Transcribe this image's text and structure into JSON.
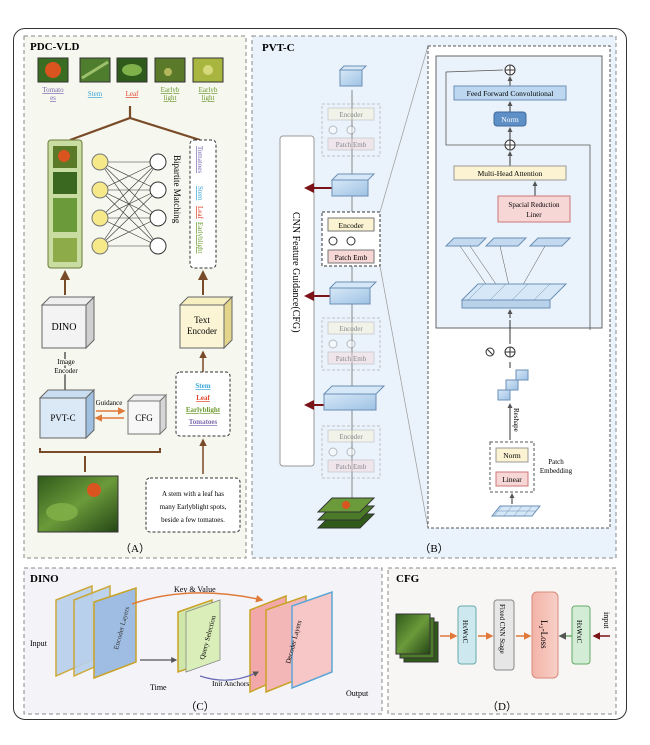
{
  "panel_a": {
    "title": "PDC-VLD",
    "caption": "（A）",
    "top_images": [
      "Tomatoes",
      "Stem",
      "Leaf",
      "Earlyblight",
      "Earlyblight"
    ],
    "top_labels": [
      "Tomato",
      "es",
      "Stem",
      "Leaf",
      "Earlyb",
      "light",
      "Earlyb",
      "light"
    ],
    "bipartite": "Bipartite Matching",
    "text_col": [
      "Tomatoes",
      "Stem",
      "Leaf",
      "Earlyblight"
    ],
    "dino": "DINO",
    "text_encoder": [
      "Text",
      "Encoder"
    ],
    "image_encoder": [
      "Image",
      "Encoder"
    ],
    "pvtc": "PVT-C",
    "cfg": "CFG",
    "guidance": "Guidance",
    "token_list": [
      "Stem",
      "Leaf",
      "Earlyblight",
      "Tomatoes"
    ],
    "sentence_lines": [
      "A stem with a leaf has",
      "many Earlyblight spots,",
      "beside a few tomatoes."
    ]
  },
  "panel_b": {
    "title": "PVT-C",
    "caption": "（B）",
    "cnn_feature": "CNN Feature Guidance(CFG)",
    "encoder": "Encoder",
    "patch_emb": "Patch Emb",
    "ffc": "Feed Forward Convolutional",
    "norm": "Norm",
    "mha": "Multi-Head Attention",
    "sra": [
      "Spacial Reduction",
      "Liner"
    ],
    "reshape": "Reshape",
    "linear": "Linear",
    "patch_embedding": [
      "Patch",
      "Embedding"
    ]
  },
  "panel_c": {
    "title": "DINO",
    "caption": "（C）",
    "input": "Input",
    "key_value": "Key & Value",
    "encoder_layers": "Encoder Layers",
    "query_selection": "Query Selection",
    "decoder_layers": "Decoder Layers",
    "time": "Time",
    "init_anchors": "Init Anchors",
    "output": "Output"
  },
  "panel_d": {
    "title": "CFG",
    "caption": "（D）",
    "hwc1": "HxWxC",
    "fixed": "Fixed CNN Stage",
    "loss": "L₂-Loss",
    "hwc2": "HxWxC",
    "input": "input"
  },
  "colors": {
    "panel_a_bg": "#f6f7ee",
    "panel_b_bg": "#eaf3fb",
    "panel_c_bg": "#f4f4f8",
    "panel_d_bg": "#f7f6f4",
    "arrow_brown": "#7a4b28",
    "arrow_red": "#7a1418",
    "token_stem": "#3aa7d8",
    "token_leaf": "#e0452c",
    "token_blight": "#6c9a2e",
    "token_tomato": "#7c6bb0",
    "encoder_fill": "#fbf3d2",
    "patch_fill": "#f7d6d6",
    "cube_blue": "#bcd7ef"
  }
}
